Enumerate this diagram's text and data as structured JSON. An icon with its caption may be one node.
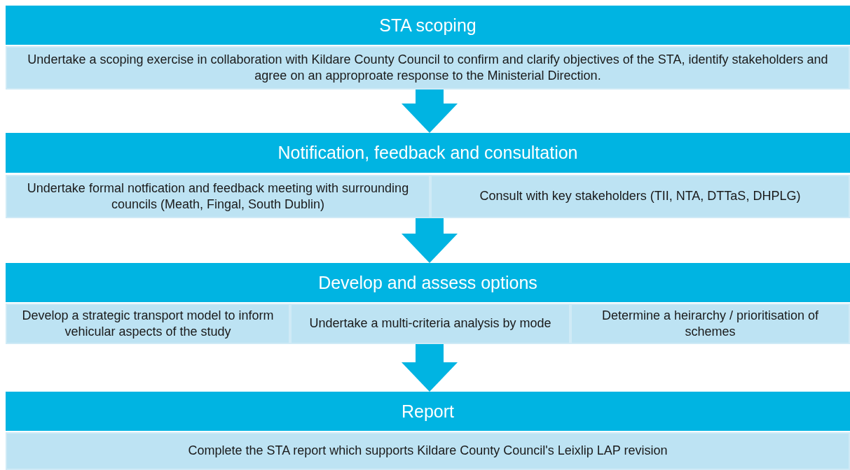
{
  "diagram": {
    "nodes": [
      {
        "text": [
          "STA scoping"
        ]
      },
      {
        "text": [
          "Undertake a scoping exercise in collaboration with Kildare County Council to confirm and clarify objectives of the STA, identify stakeholders and agree on an approproate response to the Ministerial Direction."
        ]
      },
      {
        "text": [
          "Notification, feedback and consultation"
        ]
      },
      {
        "text": [
          "Undertake formal notfication and feedback meeting with surrounding councils (Meath, Fingal, South Dublin)"
        ]
      },
      {
        "text": [
          "Consult with key stakeholders (TII, NTA, DTTaS, DHPLG)"
        ]
      },
      {
        "text": [
          "Develop and assess options"
        ]
      },
      {
        "text": [
          "Develop a strategic transport model to inform vehicular aspects of the study"
        ]
      },
      {
        "text": [
          "Undertake a multi-criteria analysis by mode"
        ]
      },
      {
        "text": [
          "Determine a heirarchy / prioritisation of schemes"
        ]
      },
      {
        "text": [
          "Report"
        ]
      },
      {
        "text": [
          "Complete the STA report which supports Kildare County Council's Leixlip LAP revision"
        ]
      }
    ],
    "edges": [
      {
        "from": 1,
        "to": 2,
        "arrow": "to"
      },
      {
        "from": 3,
        "to": 5,
        "arrow": "to"
      },
      {
        "from": 7,
        "to": 9,
        "arrow": "to"
      }
    ]
  }
}
